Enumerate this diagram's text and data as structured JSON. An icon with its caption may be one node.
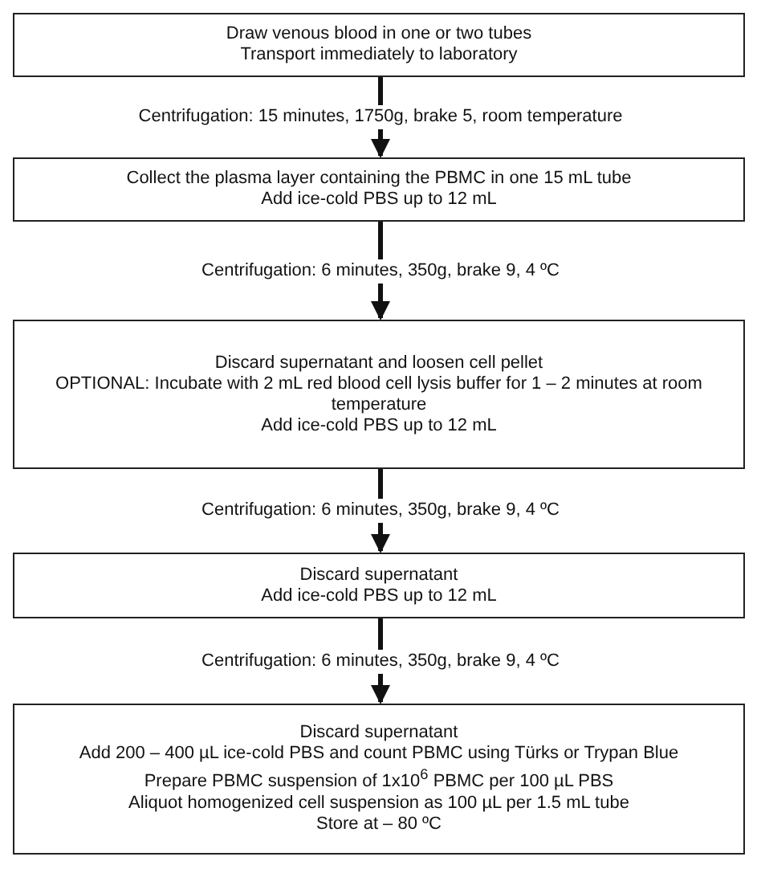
{
  "diagram": {
    "nodes": [
      {
        "text": [
          "Draw venous blood in one or two tubes",
          "Transport immediately to laboratory"
        ]
      },
      {
        "text": [
          "Collect the plasma layer containing the PBMC in one 15 mL tube",
          "Add ice-cold PBS up to 12 mL"
        ]
      },
      {
        "text": [
          "Discard supernatant and loosen cell pellet",
          "OPTIONAL: Incubate with 2 mL red blood cell lysis buffer for 1 – 2 minutes at room temperature",
          "Add ice-cold PBS up to 12 mL"
        ]
      },
      {
        "text": [
          "Discard supernatant",
          "Add ice-cold PBS up to 12 mL"
        ]
      },
      {
        "text": [
          "Discard supernatant",
          "Add 200 – 400 µL ice-cold PBS and count PBMC using Türks or Trypan Blue",
          "Prepare PBMC suspension of 1x10$^{6}$ PBMC per 100 µL PBS",
          "Aliquot homogenized cell suspension as 100 µL per 1.5 mL tube",
          "Store at – 80 ºC"
        ]
      }
    ],
    "edges": [
      {
        "from": 0,
        "to": 1,
        "arrow": "to",
        "label": "Centrifugation: 15 minutes, 1750g, brake 5, room temperature"
      },
      {
        "from": 1,
        "to": 2,
        "arrow": "to",
        "label": "Centrifugation: 6 minutes, 350g, brake 9, 4 ºC"
      },
      {
        "from": 2,
        "to": 3,
        "arrow": "to",
        "label": "Centrifugation: 6 minutes, 350g, brake 9, 4 ºC"
      },
      {
        "from": 3,
        "to": 4,
        "arrow": "to",
        "label": "Centrifugation: 6 minutes, 350g, brake 9, 4 ºC"
      }
    ]
  }
}
